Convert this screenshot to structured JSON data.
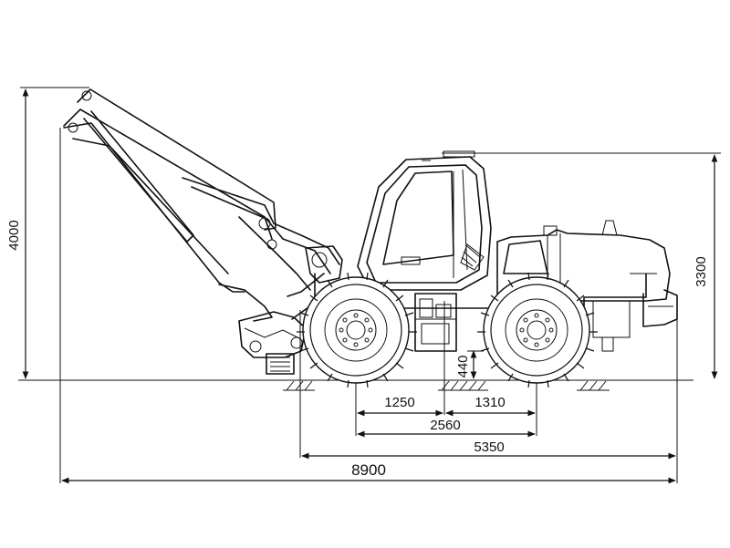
{
  "drawing": {
    "dimensions": {
      "total_length": "8900",
      "body_length": "5350",
      "wheelbase": "2560",
      "front_to_pivot": "1250",
      "pivot_to_rear": "1310",
      "ground_clearance": "440",
      "max_height": "4000",
      "cab_height": "3300"
    }
  }
}
